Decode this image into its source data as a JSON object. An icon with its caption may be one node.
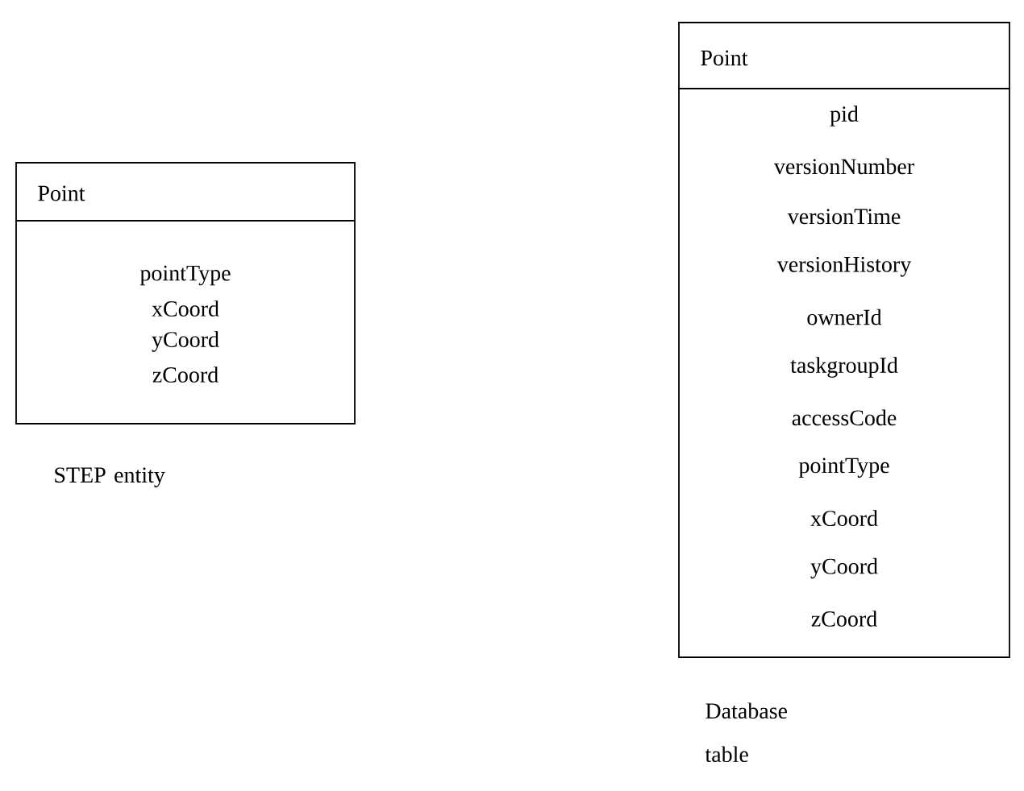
{
  "diagram": {
    "nodes": [
      {
        "text": [
          "Point",
          "pointType",
          "xCoord",
          "yCoord",
          "zCoord"
        ],
        "beside": [
          "STEP entity"
        ]
      },
      {
        "text": [
          "Point",
          "pid",
          "versionNumber",
          "versionTime",
          "versionHistory",
          "ownerId",
          "taskgroupId",
          "accessCode",
          "pointType",
          "xCoord",
          "yCoord",
          "zCoord"
        ],
        "beside": [
          "Database table"
        ]
      }
    ]
  }
}
